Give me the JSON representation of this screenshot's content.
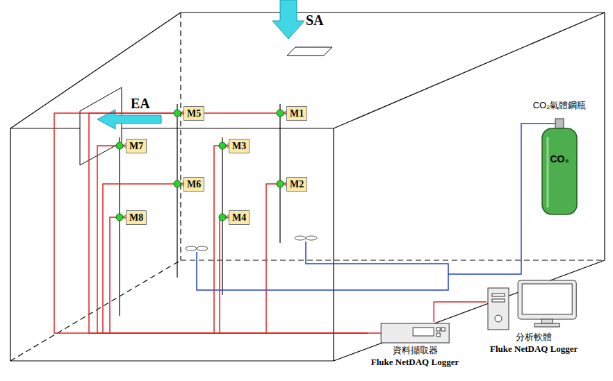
{
  "diagram": {
    "nodes": [
      {
        "text": [
          "M1"
        ]
      },
      {
        "text": [
          "M2"
        ]
      },
      {
        "text": [
          "M3"
        ]
      },
      {
        "text": [
          "M4"
        ]
      },
      {
        "text": [
          "M5"
        ]
      },
      {
        "text": [
          "M6"
        ]
      },
      {
        "text": [
          "M7"
        ]
      },
      {
        "text": [
          "M8"
        ]
      },
      {
        "text": [
          "CO₂氣體鋼瓶",
          "CO₂"
        ]
      },
      {
        "text": [
          "資料擷取器",
          "Fluke NetDAQ Logger"
        ]
      },
      {
        "text": [
          "分析軟體",
          "Fluke NetDAQ Logger"
        ]
      }
    ],
    "edges": [
      {
        "from": 0,
        "to": 9,
        "arrow": "none"
      },
      {
        "from": 1,
        "to": 9,
        "arrow": "none"
      },
      {
        "from": 2,
        "to": 9,
        "arrow": "none"
      },
      {
        "from": 3,
        "to": 9,
        "arrow": "none"
      },
      {
        "from": 4,
        "to": 9,
        "arrow": "none"
      },
      {
        "from": 5,
        "to": 9,
        "arrow": "none"
      },
      {
        "from": 6,
        "to": 9,
        "arrow": "none"
      },
      {
        "from": 7,
        "to": 9,
        "arrow": "none"
      },
      {
        "from": 9,
        "to": 10,
        "arrow": "none"
      }
    ],
    "labels": [
      "SA",
      "EA"
    ]
  }
}
